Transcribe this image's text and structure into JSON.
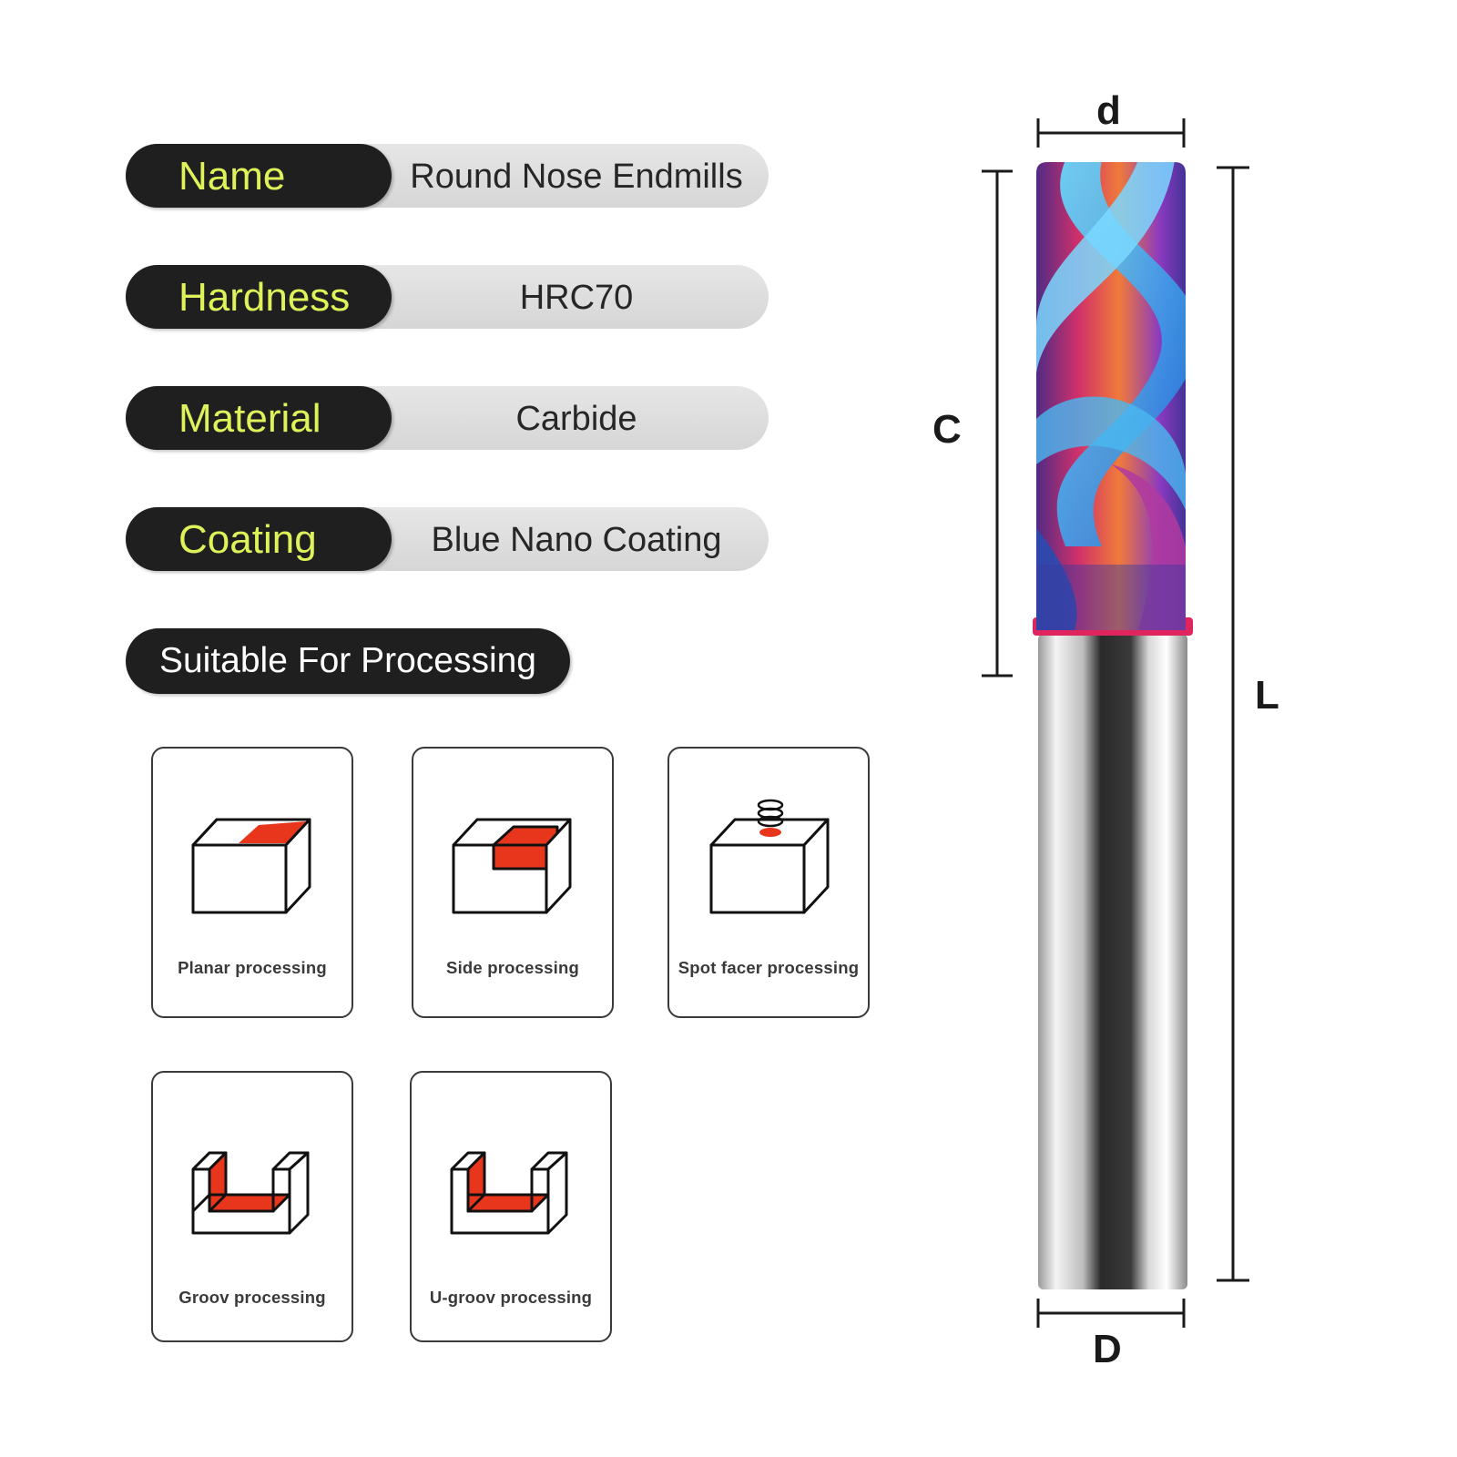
{
  "specs": [
    {
      "label": "Name",
      "value": "Round Nose Endmills"
    },
    {
      "label": "Hardness",
      "value": "HRC70"
    },
    {
      "label": "Material",
      "value": "Carbide"
    },
    {
      "label": "Coating",
      "value": "Blue Nano Coating"
    }
  ],
  "suitable": {
    "title": "Suitable For Processing"
  },
  "processing": [
    {
      "caption": "Planar processing",
      "icon": "planar-processing-icon"
    },
    {
      "caption": "Side processing",
      "icon": "side-processing-icon"
    },
    {
      "caption": "Spot facer processing",
      "icon": "spot-facer-processing-icon"
    },
    {
      "caption": "Groov processing",
      "icon": "groove-processing-icon"
    },
    {
      "caption": "U-groov processing",
      "icon": "u-groove-processing-icon"
    }
  ],
  "dimensions": {
    "d": "d",
    "C": "C",
    "L": "L",
    "D": "D"
  },
  "colors": {
    "label_text": "#dff25a",
    "label_bg": "#1f1f1f",
    "value_bg": "#dcdcdc",
    "processing_highlight": "#e8361c",
    "tool_ring": "#e0245e"
  }
}
